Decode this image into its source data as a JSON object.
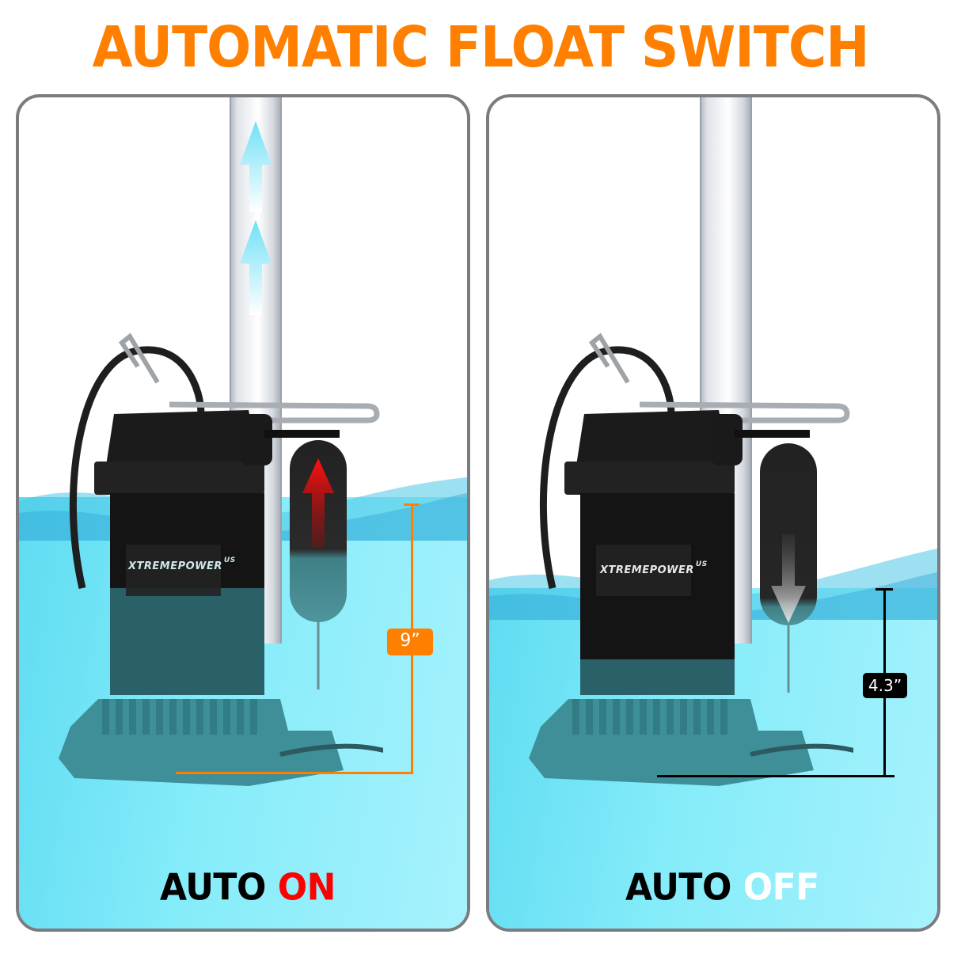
{
  "header": {
    "title": "AUTOMATIC FLOAT SWITCH",
    "title_color": "#ff7f00"
  },
  "panels": [
    {
      "id": "auto-on",
      "label_prefix": "AUTO",
      "label_state": "ON",
      "state_color": "#ff0000",
      "measurement": "9”",
      "measurement_color": "#ff7f00",
      "float_arrow": "up",
      "float_arrow_color": "#e60000",
      "pipe_flow_arrows": 2,
      "pipe_arrow_color": "#6fe0f6",
      "brand": "XTREMEPOWER",
      "brand_suffix": "US"
    },
    {
      "id": "auto-off",
      "label_prefix": "AUTO",
      "label_state": "OFF",
      "state_color": "#ffffff",
      "measurement": "4.3”",
      "measurement_color": "#000000",
      "float_arrow": "down",
      "float_arrow_color": "#d9d9d9",
      "pipe_flow_arrows": 0,
      "brand": "XTREMEPOWER",
      "brand_suffix": "US"
    }
  ],
  "colors": {
    "panel_border": "#7a7d80",
    "water_light": "#a6f2fc",
    "water_dark": "#5fdcf2",
    "pump_body": "#1a1a1a"
  }
}
